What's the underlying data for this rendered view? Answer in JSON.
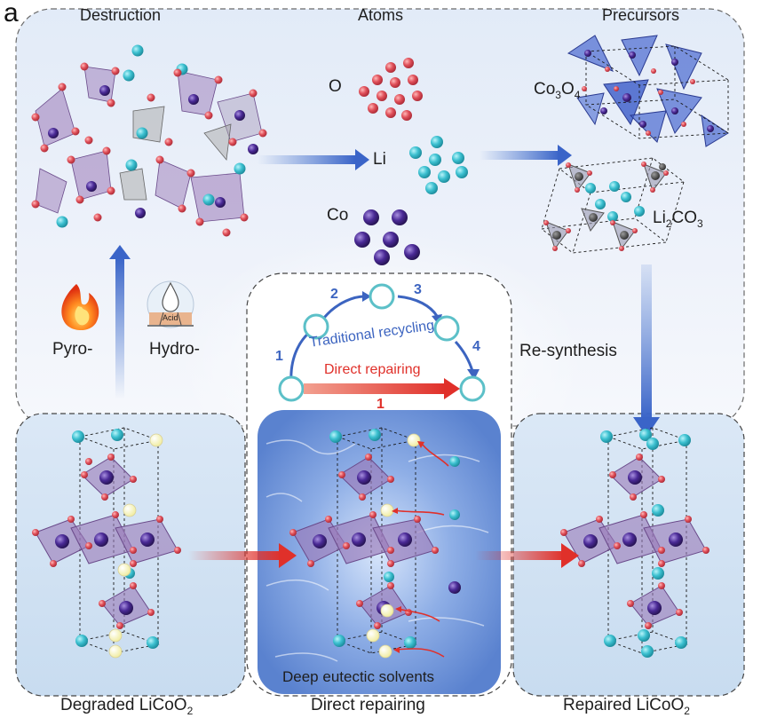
{
  "panel_letter": "a",
  "sections": {
    "destruction": "Destruction",
    "atoms": "Atoms",
    "precursors": "Precursors"
  },
  "atoms": {
    "o": "O",
    "li": "Li",
    "co": "Co"
  },
  "precursors": {
    "co3o4": {
      "base": "Co",
      "sub1": "3",
      "mid": "O",
      "sub2": "4"
    },
    "li2co3": {
      "base": "Li",
      "sub1": "2",
      "rest": "CO",
      "sub2": "3"
    }
  },
  "methods": {
    "pyro": "Pyro-",
    "hydro": "Hydro-",
    "acid_label": "Acid",
    "resynthesis": "Re-synthesis"
  },
  "center": {
    "traditional": "Traditional recycling",
    "direct_repairing": "Direct repairing",
    "steps": [
      "1",
      "2",
      "3",
      "4"
    ],
    "direct_step": "1",
    "solvent": "Deep eutectic solvents"
  },
  "bottom": {
    "degraded": {
      "text": "Degraded LiCoO",
      "sub": "2"
    },
    "direct": "Direct repairing",
    "repaired": {
      "text": "Repaired LiCoO",
      "sub": "2"
    }
  },
  "colors": {
    "oxygen": "#e0505a",
    "lithium": "#3cc0d0",
    "cobalt": "#4a2a96",
    "vacancy": "#f8f4b0",
    "octahedron": "#9a7ab8",
    "process_arrow_blue": "#4a78d0",
    "process_arrow_red": "#e0302a",
    "cycle_blue": "#3c64c0",
    "cycle_circle": "#5cc0c8"
  }
}
